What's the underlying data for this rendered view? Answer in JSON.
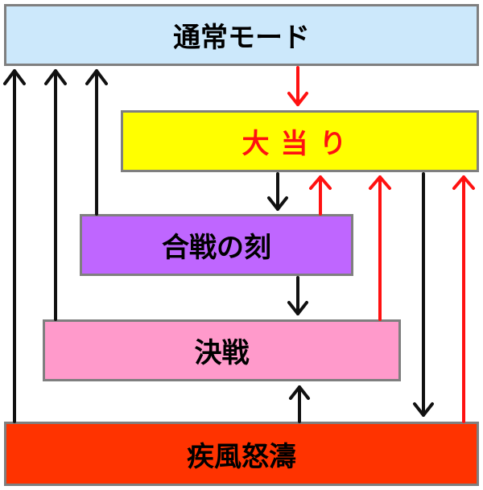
{
  "colors": {
    "normal": "#cce8fb",
    "jackpot": "#ffff00",
    "jackpot_text": "#ff1111",
    "battle": "#bf66ff",
    "decisive": "#ff9acb",
    "storm": "#ff3300",
    "arrow_black": "#111111",
    "arrow_red": "#ff1111"
  },
  "nodes": {
    "normal": "通常モード",
    "jackpot": "大当り",
    "battle": "合戦の刻",
    "decisive": "決戦",
    "storm": "疾風怒濤"
  },
  "edges": [
    {
      "from": "normal",
      "to": "jackpot",
      "color": "red"
    },
    {
      "from": "jackpot",
      "to": "battle",
      "color": "black"
    },
    {
      "from": "battle",
      "to": "jackpot",
      "color": "red"
    },
    {
      "from": "battle",
      "to": "decisive",
      "color": "black"
    },
    {
      "from": "decisive",
      "to": "jackpot",
      "color": "red"
    },
    {
      "from": "jackpot",
      "to": "storm",
      "color": "black"
    },
    {
      "from": "storm",
      "to": "jackpot",
      "color": "red"
    },
    {
      "from": "storm",
      "to": "decisive",
      "color": "black"
    },
    {
      "from": "storm",
      "to": "normal",
      "color": "black"
    },
    {
      "from": "decisive",
      "to": "normal",
      "color": "black"
    },
    {
      "from": "battle",
      "to": "normal",
      "color": "black"
    }
  ]
}
